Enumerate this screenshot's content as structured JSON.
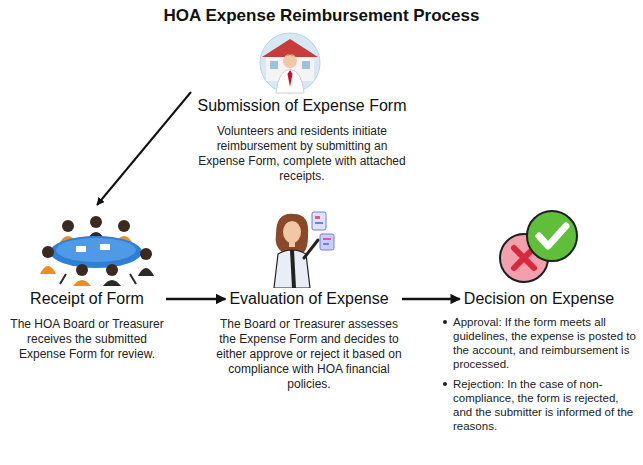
{
  "diagram": {
    "title": "HOA Expense Reimbursement Process",
    "nodes": [
      {
        "text": [
          "Submission of Expense Form",
          "Volunteers and residents initiate reimbursement by submitting an Expense Form, complete with attached receipts."
        ]
      },
      {
        "text": [
          "Receipt of Form",
          "The HOA Board or Treasurer receives the submitted Expense Form for review."
        ]
      },
      {
        "text": [
          "Evaluation of Expense",
          "The Board or Treasurer assesses the Expense Form and decides to either approve or reject it based on compliance with HOA financial policies."
        ]
      },
      {
        "text": [
          "Decision on Expense",
          "Approval: If the form meets all guidelines, the expense is posted to the account, and reimbursement is processed.",
          "Rejection: In the case of non-compliance, the form is rejected, and the submitter is informed of the reasons."
        ]
      }
    ],
    "edges": [
      {
        "from": 0,
        "to": 1,
        "arrow": "to"
      },
      {
        "from": 1,
        "to": 2,
        "arrow": "to"
      },
      {
        "from": 2,
        "to": 3,
        "arrow": "to"
      }
    ]
  }
}
